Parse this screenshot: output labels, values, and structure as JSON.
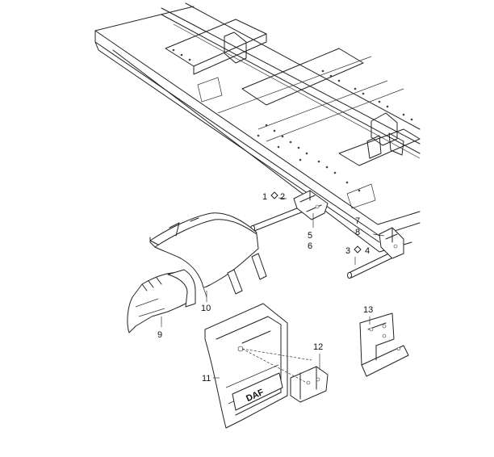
{
  "diagram": {
    "callouts": [
      {
        "id": "c1",
        "text": "1"
      },
      {
        "id": "c2",
        "text": "2"
      },
      {
        "id": "c3",
        "text": "3"
      },
      {
        "id": "c4",
        "text": "4"
      },
      {
        "id": "c5",
        "text": "5"
      },
      {
        "id": "c6",
        "text": "6"
      },
      {
        "id": "c7",
        "text": "7"
      },
      {
        "id": "c8",
        "text": "8"
      },
      {
        "id": "c9",
        "text": "9"
      },
      {
        "id": "c10",
        "text": "10"
      },
      {
        "id": "c11",
        "text": "11"
      },
      {
        "id": "c12",
        "text": "12"
      },
      {
        "id": "c13",
        "text": "13"
      }
    ],
    "brand_logo": "DAF"
  }
}
